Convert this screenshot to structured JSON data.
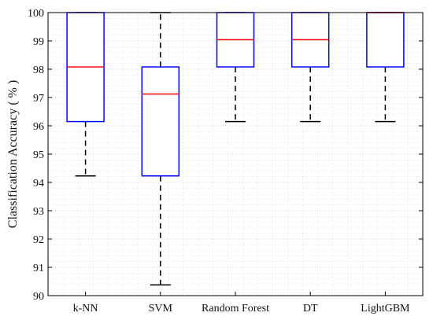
{
  "chart_data": {
    "type": "box",
    "ylabel": "Classification Accuracy ( % )",
    "xlabel": "",
    "ylim": [
      90,
      100
    ],
    "yticks": [
      90,
      91,
      92,
      93,
      94,
      95,
      96,
      97,
      98,
      99,
      100
    ],
    "grid": true,
    "categories": [
      "k-NN",
      "SVM",
      "Random Forest",
      "DT",
      "LightGBM"
    ],
    "boxes": [
      {
        "category": "k-NN",
        "whisker_low": 94.23,
        "q1": 96.15,
        "median": 98.08,
        "q3": 100,
        "whisker_high": 100
      },
      {
        "category": "SVM",
        "whisker_low": 90.38,
        "q1": 94.23,
        "median": 97.12,
        "q3": 98.08,
        "whisker_high": 100
      },
      {
        "category": "Random Forest",
        "whisker_low": 96.15,
        "q1": 98.08,
        "median": 99.04,
        "q3": 100,
        "whisker_high": 100
      },
      {
        "category": "DT",
        "whisker_low": 96.15,
        "q1": 98.08,
        "median": 99.04,
        "q3": 100,
        "whisker_high": 100
      },
      {
        "category": "LightGBM",
        "whisker_low": 96.15,
        "q1": 98.08,
        "median": 100,
        "q3": 100,
        "whisker_high": 100
      }
    ],
    "colors": {
      "box": "#0000ff",
      "median": "#ff0000",
      "whisker": "#000000",
      "grid": "#c8c8c8"
    }
  }
}
